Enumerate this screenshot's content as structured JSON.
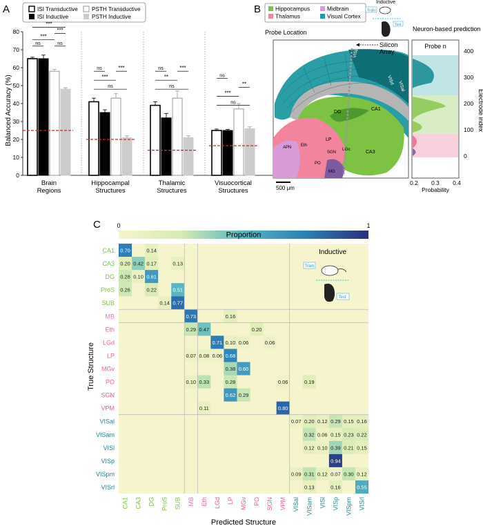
{
  "panel_labels": {
    "a": "A",
    "b": "B",
    "c": "C"
  },
  "chart_data": [
    {
      "type": "bar",
      "panel": "A",
      "ylabel": "Balanced Accuracy (%)",
      "ylim": [
        0,
        80
      ],
      "yticks": [
        0,
        10,
        20,
        30,
        40,
        50,
        60,
        70,
        80
      ],
      "grid": false,
      "legend_position": "top",
      "categories": [
        "Brain Regions",
        "Hippocampal Structures",
        "Thalamic Structures",
        "Visuocortical Structures"
      ],
      "category_lines": [
        [
          "Brain",
          "Regions"
        ],
        [
          "Hippocampal",
          "Structures"
        ],
        [
          "Thalamic",
          "Structures"
        ],
        [
          "Visuocortical",
          "Structures"
        ]
      ],
      "series": [
        {
          "name": "ISI Transductive",
          "fill": "#ffffff",
          "stroke": "#000000",
          "values": [
            65,
            41,
            39,
            25
          ],
          "errors": [
            0.8,
            2.0,
            2.0,
            0.8
          ]
        },
        {
          "name": "ISI Inductive",
          "fill": "#000000",
          "stroke": "#000000",
          "values": [
            65,
            35,
            32,
            25
          ],
          "errors": [
            2.0,
            1.5,
            2.5,
            0.6
          ]
        },
        {
          "name": "PSTH Transductive",
          "fill": "#ffffff",
          "stroke": "#999999",
          "values": [
            58,
            43,
            43,
            37
          ],
          "errors": [
            1.0,
            2.5,
            4.0,
            3.0
          ]
        },
        {
          "name": "PSTH Inductive",
          "fill": "#cccccc",
          "stroke": "#cccccc",
          "values": [
            48,
            21,
            21,
            26
          ],
          "errors": [
            0.8,
            1.0,
            1.0,
            1.0
          ]
        }
      ],
      "chance_levels": [
        25,
        20,
        14,
        16.5
      ],
      "significance": [
        {
          "group": 0,
          "from": 0,
          "to": 1,
          "label": "ns",
          "y": 72
        },
        {
          "group": 0,
          "from": 2,
          "to": 3,
          "label": "ns",
          "y": 72
        },
        {
          "group": 0,
          "from": 0,
          "to": 2,
          "label": "***",
          "y": 75.5
        },
        {
          "group": 0,
          "from": 2,
          "to": 3,
          "label": "***",
          "y": 79
        },
        {
          "group": 0,
          "from": 0,
          "to": 3,
          "label": "***",
          "y": 82.5
        },
        {
          "group": 1,
          "from": 0,
          "to": 1,
          "label": "ns",
          "y": 58
        },
        {
          "group": 1,
          "from": 2,
          "to": 3,
          "label": "***",
          "y": 58
        },
        {
          "group": 1,
          "from": 0,
          "to": 2,
          "label": "***",
          "y": 53
        },
        {
          "group": 1,
          "from": 0,
          "to": 3,
          "label": "ns",
          "y": 48
        },
        {
          "group": 2,
          "from": 0,
          "to": 1,
          "label": "ns",
          "y": 58
        },
        {
          "group": 2,
          "from": 2,
          "to": 3,
          "label": "***",
          "y": 58
        },
        {
          "group": 2,
          "from": 0,
          "to": 2,
          "label": "**",
          "y": 53
        },
        {
          "group": 2,
          "from": 0,
          "to": 3,
          "label": "ns",
          "y": 48
        },
        {
          "group": 3,
          "from": 0,
          "to": 1,
          "label": "ns",
          "y": 54
        },
        {
          "group": 3,
          "from": 2,
          "to": 3,
          "label": "**",
          "y": 49
        },
        {
          "group": 3,
          "from": 0,
          "to": 2,
          "label": "***",
          "y": 44
        },
        {
          "group": 3,
          "from": 0,
          "to": 3,
          "label": "ns",
          "y": 39
        }
      ]
    },
    {
      "type": "heatmap",
      "panel": "C",
      "colorbar_title": "Proportion",
      "colorbar_ticks": [
        "0",
        "1"
      ],
      "xlabel": "Predicted Structure",
      "ylabel": "True Structure",
      "labels": [
        "CA1",
        "CA3",
        "DG",
        "ProS",
        "SUB",
        "MB",
        "Eth",
        "LGd",
        "LP",
        "MGv",
        "PO",
        "SGN",
        "VPM",
        "VISal",
        "VISam",
        "VISl",
        "VISp",
        "VISpm",
        "VISrl"
      ],
      "label_groups": [
        "hippocampus",
        "hippocampus",
        "hippocampus",
        "hippocampus",
        "hippocampus",
        "midbrain",
        "thalamus",
        "thalamus",
        "thalamus",
        "thalamus",
        "thalamus",
        "thalamus",
        "thalamus",
        "visual-cortex",
        "visual-cortex",
        "visual-cortex",
        "visual-cortex",
        "visual-cortex",
        "visual-cortex"
      ],
      "annotation": "Inductive",
      "train_label": "Train",
      "test_label": "Test",
      "cells": [
        [
          0,
          0,
          0.7
        ],
        [
          0,
          2,
          0.14
        ],
        [
          1,
          0,
          0.2
        ],
        [
          1,
          1,
          0.42
        ],
        [
          1,
          2,
          0.17
        ],
        [
          1,
          4,
          0.13
        ],
        [
          2,
          0,
          0.28
        ],
        [
          2,
          1,
          0.1
        ],
        [
          2,
          2,
          0.61
        ],
        [
          3,
          0,
          0.26
        ],
        [
          3,
          2,
          0.22
        ],
        [
          3,
          4,
          0.51
        ],
        [
          4,
          3,
          0.14
        ],
        [
          4,
          4,
          0.77
        ],
        [
          5,
          5,
          0.73
        ],
        [
          5,
          8,
          0.16
        ],
        [
          6,
          5,
          0.29
        ],
        [
          6,
          6,
          0.47
        ],
        [
          6,
          10,
          0.2
        ],
        [
          7,
          7,
          0.71
        ],
        [
          7,
          8,
          0.1
        ],
        [
          7,
          9,
          0.06
        ],
        [
          7,
          11,
          0.06
        ],
        [
          8,
          5,
          0.07
        ],
        [
          8,
          6,
          0.08
        ],
        [
          8,
          7,
          0.06
        ],
        [
          8,
          8,
          0.68
        ],
        [
          9,
          8,
          0.38
        ],
        [
          9,
          9,
          0.6
        ],
        [
          10,
          5,
          0.1
        ],
        [
          10,
          6,
          0.33
        ],
        [
          10,
          8,
          0.28
        ],
        [
          10,
          12,
          0.06
        ],
        [
          10,
          14,
          0.19
        ],
        [
          11,
          8,
          0.62
        ],
        [
          11,
          9,
          0.29
        ],
        [
          12,
          6,
          0.11
        ],
        [
          12,
          12,
          0.8
        ],
        [
          13,
          13,
          0.07
        ],
        [
          13,
          14,
          0.2
        ],
        [
          13,
          15,
          0.12
        ],
        [
          13,
          16,
          0.29
        ],
        [
          13,
          17,
          0.15
        ],
        [
          13,
          18,
          0.16
        ],
        [
          14,
          14,
          0.32
        ],
        [
          14,
          15,
          0.06
        ],
        [
          14,
          16,
          0.15
        ],
        [
          14,
          17,
          0.23
        ],
        [
          14,
          18,
          0.22
        ],
        [
          15,
          14,
          0.12
        ],
        [
          15,
          15,
          0.1
        ],
        [
          15,
          16,
          0.39
        ],
        [
          15,
          17,
          0.21
        ],
        [
          15,
          18,
          0.15
        ],
        [
          16,
          16,
          0.94
        ],
        [
          17,
          13,
          0.09
        ],
        [
          17,
          14,
          0.31
        ],
        [
          17,
          15,
          0.12
        ],
        [
          17,
          16,
          0.07
        ],
        [
          17,
          17,
          0.3
        ],
        [
          17,
          18,
          0.12
        ],
        [
          18,
          14,
          0.13
        ],
        [
          18,
          16,
          0.16
        ],
        [
          18,
          18,
          0.55
        ]
      ]
    },
    {
      "type": "area",
      "panel": "B",
      "title": "Probe n",
      "header": "Neuron-based prediction",
      "xlabel": "Probability",
      "ylabel": "Electrode index",
      "xticks": [
        "0.2",
        "0.3",
        "0.4"
      ],
      "yticks": [
        "0",
        "100",
        "200",
        "300",
        "400"
      ]
    }
  ],
  "panel_b": {
    "legend": [
      {
        "label": "Hippocampus",
        "color": "#7dc242"
      },
      {
        "label": "Midbrain",
        "color": "#d89bd8"
      },
      {
        "label": "Thalamus",
        "color": "#f2849e"
      },
      {
        "label": "Visual Cortex",
        "color": "#1d9aa0"
      }
    ],
    "probe_location_label": "Probe Location",
    "silicon_array_label": [
      "Silicon",
      "Array"
    ],
    "scale_bar_label": "500 μm",
    "region_labels": [
      "VISam",
      "VISpm",
      "VISp",
      "VISrl",
      "VISal",
      "CA1",
      "DG",
      "CA3",
      "LP",
      "LGc",
      "SGN",
      "PO",
      "MG",
      "APN",
      "Eth"
    ],
    "inductive_label": "Inductive",
    "train_label": "Train",
    "test_label": "Test"
  },
  "colors": {
    "hippocampus": "#7dc242",
    "midbrain": "#d87fc1",
    "thalamus": "#e8638a",
    "visual_cortex": "#1d8a91",
    "chance_line": "#e02020",
    "heatmap_low": "#f6f4cc",
    "heatmap_high": "#2b2f7c"
  }
}
